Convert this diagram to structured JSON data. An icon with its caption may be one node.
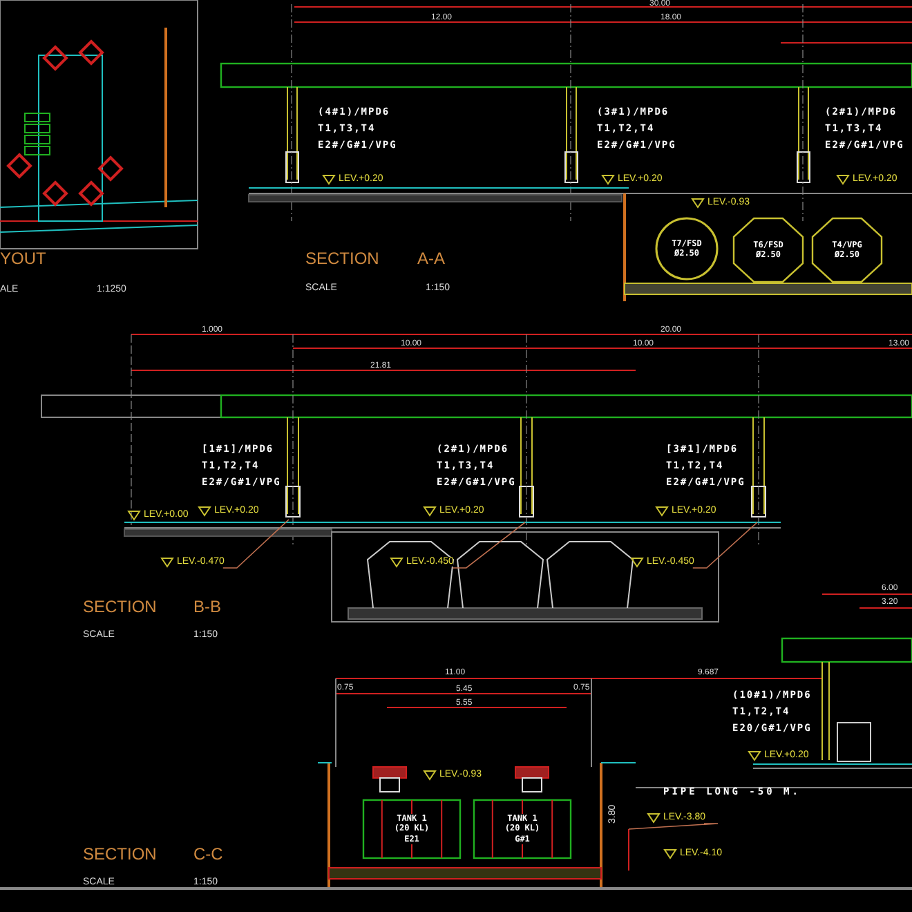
{
  "diagram": {
    "nodes": [
      {
        "text": [
          "LEV.-0.470"
        ]
      },
      {
        "text": [
          "LEV.-0.450"
        ]
      },
      {
        "text": [
          "LEV.-0.450"
        ]
      },
      {
        "text": [
          "LEV.-3.80"
        ]
      },
      {
        "text": [
          "T7/FSD",
          "Ø2.50"
        ]
      },
      {
        "text": [
          "T6/FSD",
          "Ø2.50"
        ]
      },
      {
        "text": [
          "T4/VPG",
          "Ø2.50"
        ]
      },
      {
        "text": [
          "TANK 1",
          "(20 KL)",
          "E21"
        ]
      },
      {
        "text": [
          "TANK 1",
          "(20 KL)",
          "G#1"
        ]
      }
    ],
    "edges": [
      {
        "from": 0,
        "to": null,
        "arrow": "none"
      },
      {
        "from": 1,
        "to": null,
        "arrow": "none"
      },
      {
        "from": 2,
        "to": null,
        "arrow": "none"
      },
      {
        "from": 3,
        "to": null,
        "arrow": "none"
      }
    ],
    "labels": [
      "30.00",
      "12.00",
      "18.00",
      "(4#1)/MPD6",
      "T1,T3,T4",
      "E2#/G#1/VPG",
      "(3#1)/MPD6",
      "T1,T2,T4",
      "E2#/G#1/VPG",
      "(2#1)/MPD6",
      "T1,T3,T4",
      "E2#/G#1/VPG",
      "LEV.+0.20",
      "LEV.+0.20",
      "LEV.+0.20",
      "LEV.-0.93",
      "YOUT",
      "ALE",
      "1:1250",
      "SECTION",
      "A-A",
      "SCALE",
      "1:150",
      "1.000",
      "10.00",
      "21.81",
      "20.00",
      "10.00",
      "13.00",
      "[1#1]/MPD6",
      "T1,T2,T4",
      "E2#/G#1/VPG",
      "(2#1)/MPD6",
      "T1,T3,T4",
      "E2#/G#1/VPG",
      "[3#1]/MPD6",
      "T1,T2,T4",
      "E2#/G#1/VPG",
      "LEV.+0.00",
      "LEV.+0.20",
      "LEV.+0.20",
      "LEV.+0.20",
      "SECTION",
      "B-B",
      "SCALE",
      "1:150",
      "11.00",
      "0.75",
      "5.45",
      "5.55",
      "0.75",
      "9.687",
      "6.00",
      "3.20",
      "(10#1)/MPD6",
      "T1,T2,T4",
      "E20/G#1/VPG",
      "LEV.+0.20",
      "LEV.-0.93",
      "PIPE LONG -50 M.",
      "3.80",
      "LEV.-4.10",
      "SECTION",
      "C-C",
      "SCALE",
      "1:150"
    ]
  }
}
